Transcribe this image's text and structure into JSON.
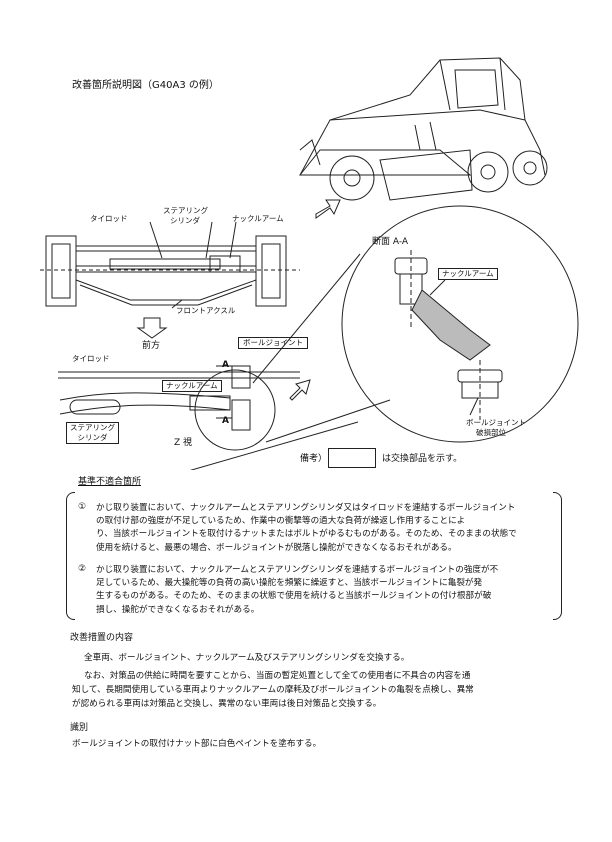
{
  "header": {
    "title": "改善箇所説明図（G40A3 の例）"
  },
  "labels": {
    "tie_rod": "タイロッド",
    "steering_cylinder_1": "ステアリング",
    "steering_cylinder_2": "シリンダ",
    "knuckle_arm": "ナックルアーム",
    "front_axle": "フロントアクスル",
    "forward": "前方",
    "ball_joint": "ボールジョイント",
    "tie_rod_lower": "タイロッド",
    "knuckle_arm_lower": "ナックルアーム",
    "steering_lower_1": "ステアリング",
    "steering_lower_2": "シリンダ",
    "z_view": "Z 視",
    "marker_a_top": "A",
    "marker_a_bottom": "A",
    "section_title": "断面 A-A",
    "section_knuckle": "ナックルアーム",
    "section_ball_joint": "ボールジョイント",
    "section_ball_joint_sub": "破損部位",
    "note_prefix": "備考）",
    "note_suffix": "は交換部品を示す。"
  },
  "nonconformity": {
    "heading": "基準不適合箇所",
    "items": [
      {
        "num": "①",
        "lines": [
          "かじ取り装置において、ナックルアームとステアリングシリンダ又はタイロッドを連結するボールジョイント",
          "の取付け部の強度が不足しているため、作業中の衝撃等の過大な負荷が繰返し作用することによ",
          "り、当該ボールジョイントを取付けるナットまたはボルトがゆるむものがある。そのため、そのままの状態で",
          "使用を続けると、最悪の場合、ボールジョイントが脱落し操舵ができなくなるおそれがある。"
        ]
      },
      {
        "num": "②",
        "lines": [
          "かじ取り装置において、ナックルアームとステアリングシリンダを連結するボールジョイントの強度が不",
          "足しているため、最大操舵等の負荷の高い操舵を頻繁に繰返すと、当該ボールジョイントに亀裂が発",
          "生するものがある。そのため、そのままの状態で使用を続けると当該ボールジョイントの付け根部が破",
          "損し、操舵ができなくなるおそれがある。"
        ]
      }
    ]
  },
  "measures": {
    "heading": "改善措置の内容",
    "lines": [
      "全車両、ボールジョイント、ナックルアーム及びステアリングシリンダを交換する。",
      "なお、対策品の供給に時間を要すことから、当面の暫定処置として全ての使用者に不具合の内容を通",
      "知して、長期間使用している車両よりナックルアームの摩耗及びボールジョイントの亀裂を点検し、異常",
      "が認められる車両は対策品と交換し、異常のない車両は後日対策品と交換する。"
    ]
  },
  "identification": {
    "heading": "識別",
    "line": "ボールジョイントの取付けナット部に白色ペイントを塗布する。"
  }
}
